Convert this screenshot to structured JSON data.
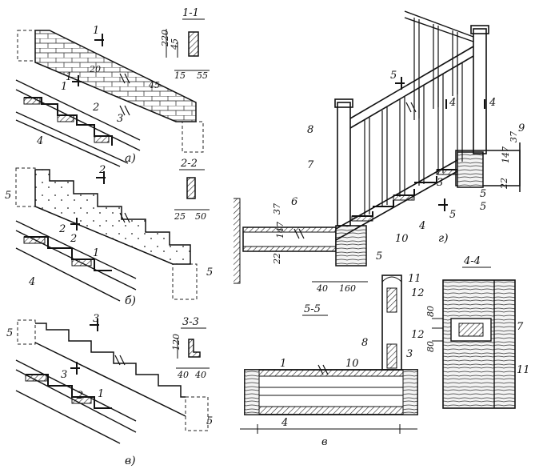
{
  "figures": {
    "a": {
      "caption": "а)",
      "labels": [
        "1",
        "1",
        "1",
        "2",
        "3",
        "4"
      ],
      "section": {
        "title": "1-1",
        "dims": [
          "220",
          "45",
          "15",
          "55"
        ]
      },
      "inline_dims": [
        "20",
        "45"
      ]
    },
    "b": {
      "caption": "б)",
      "labels": [
        "2",
        "2",
        "2",
        "1",
        "4",
        "5",
        "5"
      ],
      "section": {
        "title": "2-2",
        "dims": [
          "25",
          "50"
        ]
      }
    },
    "v": {
      "caption": "в)",
      "labels": [
        "3",
        "3",
        "2",
        "1",
        "5",
        "5"
      ],
      "section": {
        "title": "3-3",
        "dims": [
          "120",
          "40",
          "40"
        ]
      }
    },
    "g": {
      "caption": "г)",
      "labels": [
        "5",
        "5",
        "4",
        "4",
        "8",
        "7",
        "9",
        "147",
        "37",
        "22",
        "5",
        "3",
        "6",
        "37",
        "147",
        "22",
        "10",
        "4",
        "5",
        "5"
      ],
      "dims": [
        "40",
        "160"
      ]
    },
    "section55": {
      "title": "5-5",
      "labels": [
        "11",
        "12",
        "12",
        "8",
        "3",
        "1",
        "10",
        "4"
      ],
      "dim": "в"
    },
    "section44": {
      "title": "4-4",
      "labels": [
        "7",
        "11"
      ],
      "dims": [
        "80",
        "80"
      ]
    }
  },
  "colors": {
    "ink": "#111111",
    "paper": "#ffffff"
  }
}
